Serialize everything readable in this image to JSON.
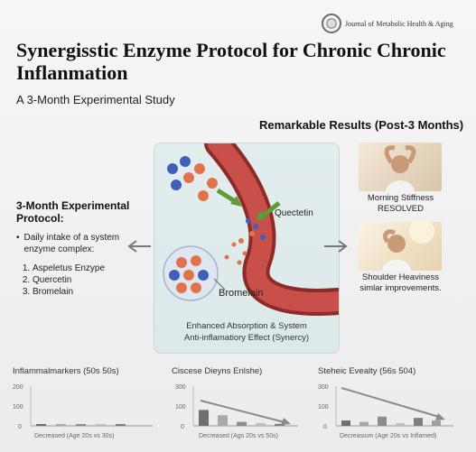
{
  "journal": {
    "name": "Journal of Metabolic Health & Aging",
    "seal_icon": "journal-seal-icon"
  },
  "title": "Synergisstic Enzyme Protocol for Chronic Chronic Inflanmation",
  "subtitle": "A 3-Month Experimental Study",
  "results_heading": "Remarkable Results (Post-3 Months)",
  "protocol": {
    "heading": "3-Month Experimental Protocol:",
    "bullet": "Daily intake of a system enzyme complex:",
    "items": [
      "Aspeletus Enzype",
      "Quercetin",
      "Bromelain"
    ]
  },
  "diagram": {
    "quercetin_label": "Quectetin",
    "bromelain_label": "Bromelain",
    "caption_line1": "Enhanced Absorption & System",
    "caption_line2": "Anti-inflamatiory Effect (Synercy)",
    "colors": {
      "blood_vessel": "#b23a35",
      "enzyme_blue": "#3f5fb8",
      "enzyme_orange": "#e0734a",
      "arrow_green": "#5f9b36"
    }
  },
  "results": [
    {
      "line1": "Morning Stiffness",
      "line2": "RESOLVED",
      "photo_icon": "person-stretching-photo"
    },
    {
      "line1": "Shoulder Heaviness",
      "line2": "simlar improvements.",
      "photo_icon": "person-shoulder-photo"
    }
  ],
  "mini_charts": [
    {
      "title": "Inflammalmarkers (50s 50s)",
      "yticks": [
        "200",
        "100",
        "0"
      ],
      "xlabel": "Decreased (Age 20s vs 30s)",
      "values": [
        4,
        3,
        4,
        3,
        3
      ],
      "max": 300
    },
    {
      "title": "Ciscese Dieyns Enlshe)",
      "yticks": [
        "300",
        "100",
        "0"
      ],
      "xlabel": "Decreased (Ags 20s vs 50s)",
      "values": [
        120,
        80,
        30,
        20,
        15
      ],
      "max": 300
    },
    {
      "title": "Steheic Evealty (56s 504)",
      "yticks": [
        "300",
        "100",
        "0"
      ],
      "xlabel": "Decreasium (Age 20s vs Inflamed)",
      "values": [
        40,
        30,
        70,
        20,
        60,
        40
      ],
      "max": 300
    }
  ]
}
